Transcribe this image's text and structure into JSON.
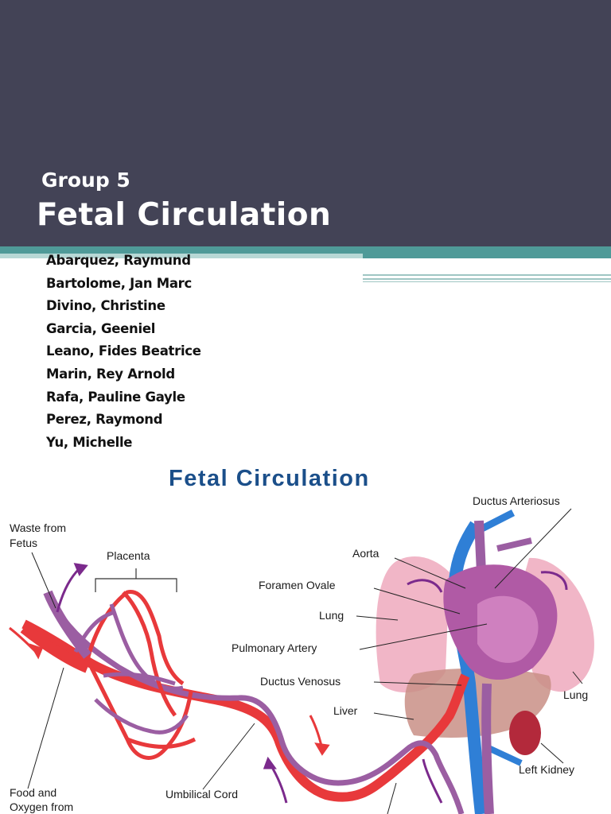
{
  "slide": {
    "group": "Group 5",
    "title": "Fetal Circulation",
    "members": [
      "Abarquez, Raymund",
      "Bartolome, Jan Marc",
      "Divino, Christine",
      "Garcia, Geeniel",
      "Leano, Fides Beatrice",
      "Marin, Rey Arnold",
      "Rafa, Pauline Gayle",
      "Perez, Raymond",
      "Yu, Michelle"
    ]
  },
  "diagram": {
    "title": "Fetal Circulation",
    "labels": {
      "ductus_arteriosus": "Ductus Arteriosus",
      "waste_from_fetus_1": "Waste from",
      "waste_from_fetus_2": "Fetus",
      "placenta": "Placenta",
      "aorta": "Aorta",
      "foramen_ovale": "Foramen Ovale",
      "lung_left": "Lung",
      "pulmonary_artery": "Pulmonary Artery",
      "ductus_venosus": "Ductus Venosus",
      "lung_right": "Lung",
      "liver": "Liver",
      "left_kidney": "Left Kidney",
      "food_oxygen_1": "Food and",
      "food_oxygen_2": "Oxygen from",
      "umbilical_cord": "Umbilical Cord"
    },
    "colors": {
      "artery": "#e8393b",
      "vein_purple": "#9b5ea2",
      "vein_blue": "#2f7fd6",
      "lung": "#f1b6c7",
      "liver": "#c98f86",
      "kidney": "#b3293b",
      "arrow": "#7b2a8c",
      "arrow_red": "#e8393b"
    }
  }
}
